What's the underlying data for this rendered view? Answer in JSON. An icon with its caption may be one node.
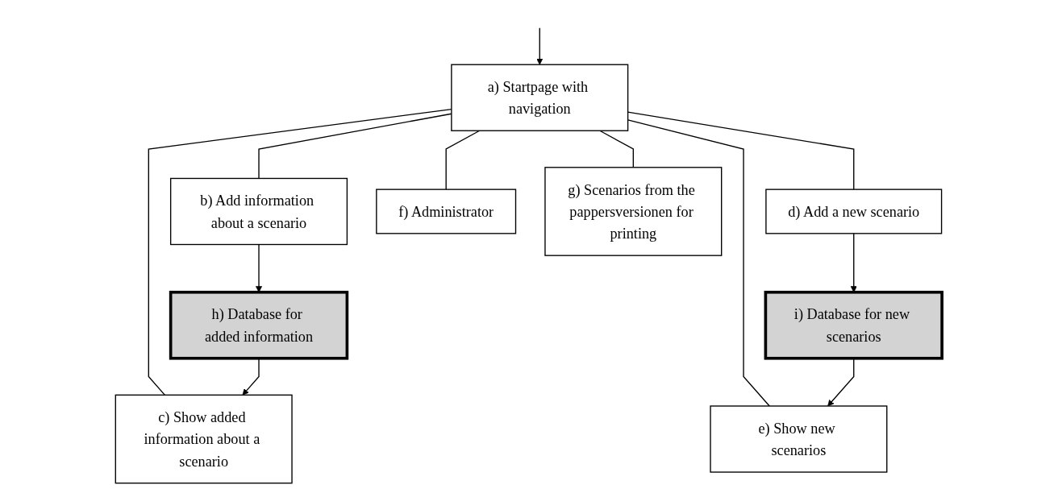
{
  "diagram": {
    "nodes": [
      {
        "text": [
          "a) Startpage with navigation"
        ]
      },
      {
        "text": [
          "b) Add information about a scenario"
        ]
      },
      {
        "text": [
          "c) Show added information about a scenario"
        ]
      },
      {
        "text": [
          "d) Add a new scenario"
        ]
      },
      {
        "text": [
          "e) Show new scenarios"
        ]
      },
      {
        "text": [
          "f) Administrator"
        ]
      },
      {
        "text": [
          "g) Scenarios from the pappersversionen for printing"
        ]
      },
      {
        "text": [
          "h) Database for added information"
        ]
      },
      {
        "text": [
          "i) Database for new scenarios"
        ]
      }
    ],
    "edges": [
      {
        "from": null,
        "to": 0,
        "arrow": "to"
      },
      {
        "from": 0,
        "to": 1,
        "arrow": "none"
      },
      {
        "from": 0,
        "to": 2,
        "arrow": "none"
      },
      {
        "from": 0,
        "to": 3,
        "arrow": "none"
      },
      {
        "from": 0,
        "to": 4,
        "arrow": "none"
      },
      {
        "from": 0,
        "to": 5,
        "arrow": "none"
      },
      {
        "from": 0,
        "to": 6,
        "arrow": "none"
      },
      {
        "from": 1,
        "to": 7,
        "arrow": "to"
      },
      {
        "from": 7,
        "to": 2,
        "arrow": "to"
      },
      {
        "from": 3,
        "to": 8,
        "arrow": "to"
      },
      {
        "from": 8,
        "to": 4,
        "arrow": "to"
      }
    ]
  }
}
